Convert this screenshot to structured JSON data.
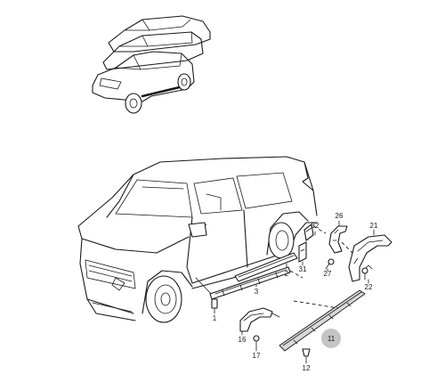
{
  "callouts": [
    {
      "id": "1",
      "label": "1"
    },
    {
      "id": "2",
      "label": "2"
    },
    {
      "id": "3",
      "label": "3"
    },
    {
      "id": "11",
      "label": "11",
      "highlighted": true
    },
    {
      "id": "12",
      "label": "12"
    },
    {
      "id": "16",
      "label": "16"
    },
    {
      "id": "17",
      "label": "17"
    },
    {
      "id": "21",
      "label": "21"
    },
    {
      "id": "22",
      "label": "22"
    },
    {
      "id": "26",
      "label": "26"
    },
    {
      "id": "27",
      "label": "27"
    },
    {
      "id": "31",
      "label": "31"
    },
    {
      "id": "32",
      "label": "32"
    }
  ],
  "colors": {
    "line": "#1a1a1a",
    "highlight": "#c4c4c4",
    "background": "#ffffff"
  }
}
